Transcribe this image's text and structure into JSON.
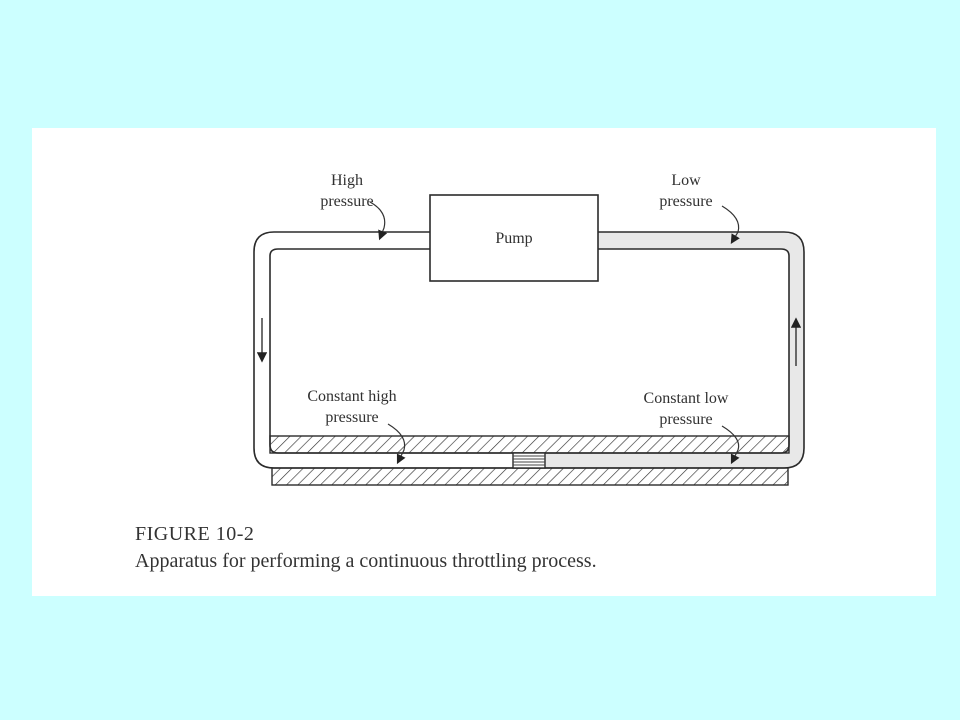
{
  "labels": {
    "high_pressure": [
      "High",
      "pressure"
    ],
    "low_pressure": [
      "Low",
      "pressure"
    ],
    "pump": "Pump",
    "constant_high": [
      "Constant high",
      "pressure"
    ],
    "constant_low": [
      "Constant low",
      "pressure"
    ]
  },
  "figure": {
    "number": "FIGURE 10-2",
    "caption": "Apparatus for performing a continuous throttling process."
  },
  "colors": {
    "page_background": "#ccffff",
    "card_background": "#ffffff",
    "line": "#2b2b2b",
    "low_pressure_fill": "#e8e8e8"
  }
}
